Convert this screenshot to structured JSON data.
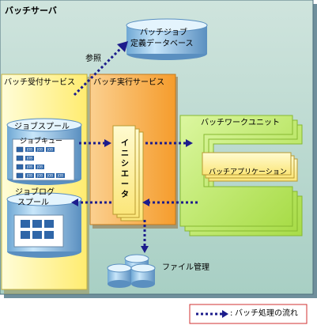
{
  "server_title": "バッチサーバ",
  "database": {
    "line1": "バッチジョブ",
    "line2": "定義データベース"
  },
  "reference_label": "参照",
  "receive_service": {
    "title": "バッチ受付サービス"
  },
  "exec_service": {
    "title": "バッチ実行サービス"
  },
  "job_spool": {
    "title": "ジョブスプール",
    "queue_title": "ジョブキュー",
    "job_label": "JOB"
  },
  "job_log_spool": {
    "line1": "ジョブログ",
    "line2": "スプール"
  },
  "initiator": "イニシエータ",
  "work_unit": {
    "title": "バッチワークユニット",
    "app": "バッチアプリケーション"
  },
  "file_mgmt": "ファイル管理",
  "legend": {
    "symbol": ":",
    "label": "バッチ処理の流れ"
  },
  "colors": {
    "server_bg": "#b8d8d0",
    "receive_bg": "#fff8a8",
    "exec_bg": "#f8a848",
    "work_unit_bg": "#c8ec78",
    "flow": "#1c1c8c"
  }
}
